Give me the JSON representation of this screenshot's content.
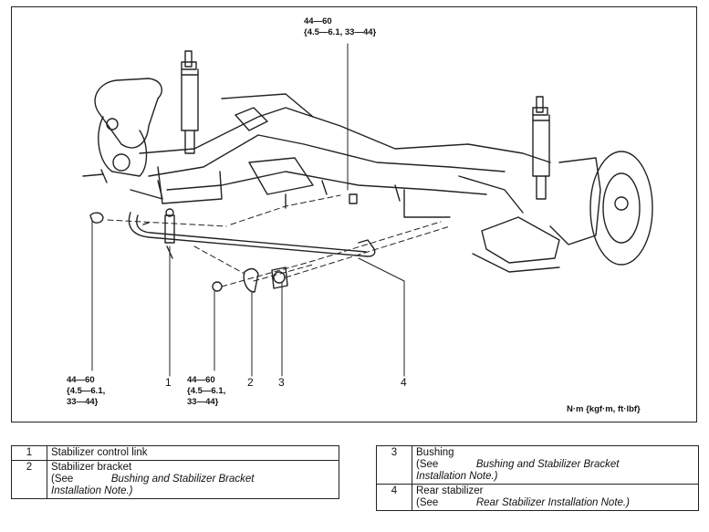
{
  "torque_labels": {
    "top": {
      "line1": "44—60",
      "line2": "{4.5—6.1, 33—44}"
    },
    "left": {
      "line1": "44—60",
      "line2": "{4.5—6.1,",
      "line3": "33—44}"
    },
    "mid": {
      "line1": "44—60",
      "line2": "{4.5—6.1,",
      "line3": "33—44}"
    }
  },
  "callouts": [
    "1",
    "2",
    "3",
    "4"
  ],
  "unit_note": "N·m {kgf·m, ft·lbf}",
  "parts_left": [
    {
      "num": "1",
      "name": "Stabilizer control link"
    },
    {
      "num": "2",
      "name": "Stabilizer bracket",
      "see": "(See",
      "ref": "Bushing and Stabilizer Bracket",
      "ref2": "Installation Note.)"
    }
  ],
  "parts_right": [
    {
      "num": "3",
      "name": "Bushing",
      "see": "(See",
      "ref": "Bushing and Stabilizer Bracket",
      "ref2": "Installation Note.)"
    },
    {
      "num": "4",
      "name": "Rear stabilizer",
      "see": "(See",
      "ref": "Rear Stabilizer Installation Note.)"
    }
  ]
}
